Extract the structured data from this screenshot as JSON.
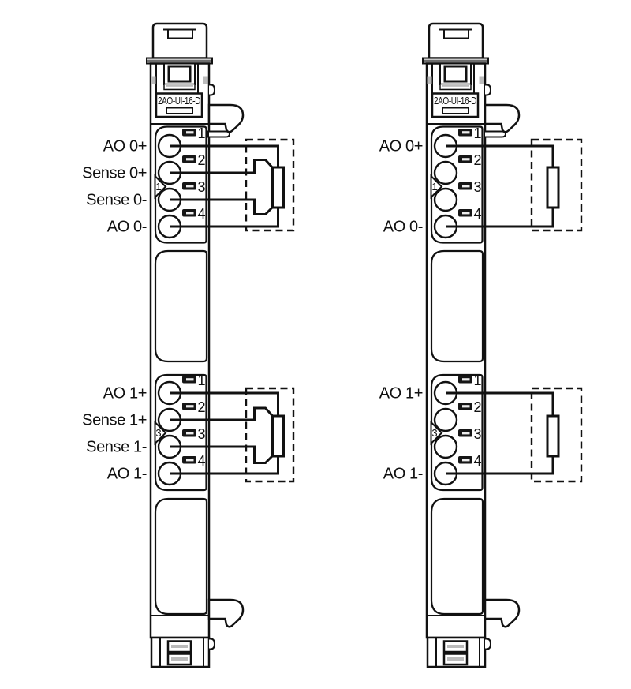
{
  "module_label": "2AO-UI-16-D",
  "colors": {
    "line": "#111111",
    "module_fill": "#ffffff",
    "band_gray": "#c9c9c9"
  },
  "modules": [
    {
      "id": "left-module-4-wire-connection",
      "blocks": [
        {
          "channel_marker": "1",
          "terminals": [
            {
              "number": "1",
              "label": "AO 0+"
            },
            {
              "number": "2",
              "label": "Sense 0+"
            },
            {
              "number": "3",
              "label": "Sense 0-"
            },
            {
              "number": "4",
              "label": "AO 0-"
            }
          ]
        },
        {
          "channel_marker": "3",
          "terminals": [
            {
              "number": "1",
              "label": "AO 1+"
            },
            {
              "number": "2",
              "label": "Sense 1+"
            },
            {
              "number": "3",
              "label": "Sense 1-"
            },
            {
              "number": "4",
              "label": "AO 1-"
            }
          ]
        }
      ]
    },
    {
      "id": "right-module-2-wire-connection",
      "blocks": [
        {
          "channel_marker": "1",
          "terminals": [
            {
              "number": "1",
              "label": "AO 0+"
            },
            {
              "number": "2"
            },
            {
              "number": "3"
            },
            {
              "number": "4",
              "label": "AO 0-"
            }
          ]
        },
        {
          "channel_marker": "3",
          "terminals": [
            {
              "number": "1",
              "label": "AO 1+"
            },
            {
              "number": "2"
            },
            {
              "number": "3"
            },
            {
              "number": "4",
              "label": "AO 1-"
            }
          ]
        }
      ]
    }
  ]
}
